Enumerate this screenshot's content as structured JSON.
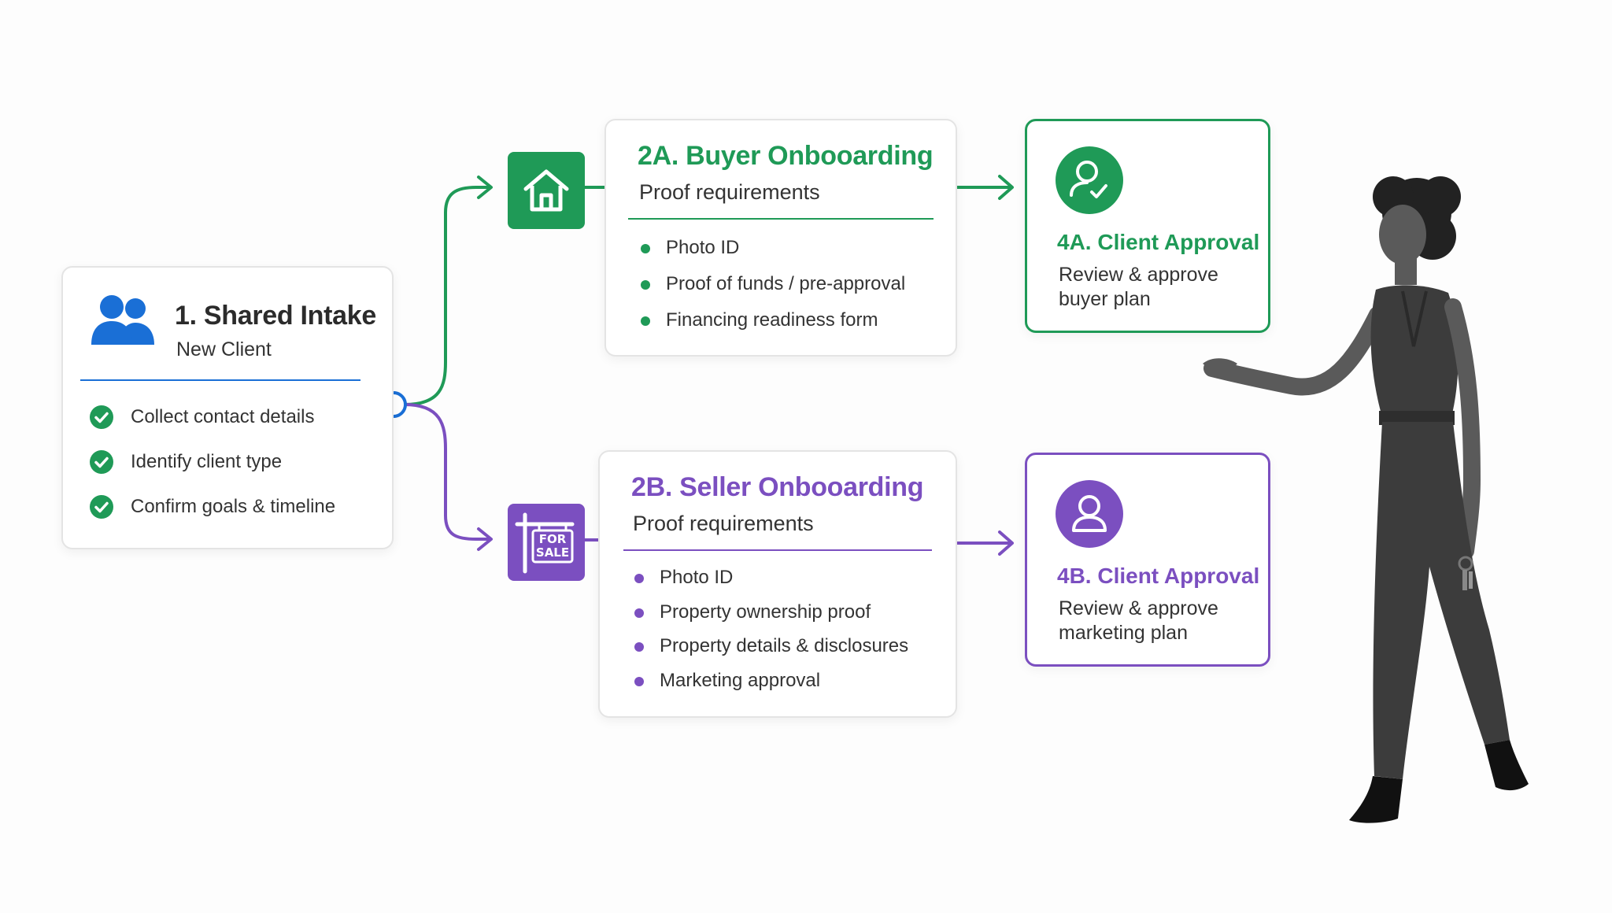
{
  "colors": {
    "blue": "#1a6fd6",
    "green": "#1f9a57",
    "purple": "#7b4fc0"
  },
  "intake": {
    "icon": "users-icon",
    "title": "1. Shared Intake",
    "subtitle": "New Client",
    "items": [
      "Collect contact details",
      "Identify client type",
      "Confirm goals & timeline"
    ]
  },
  "buyer": {
    "tile_icon": "house-icon",
    "title": "2A. Buyer Onbooarding",
    "subtitle": "Proof requirements",
    "items": [
      "Photo ID",
      "Proof of funds / pre-approval",
      "Financing readiness form"
    ]
  },
  "seller": {
    "tile_icon": "for-sale-sign-icon",
    "sign_text": [
      "FOR",
      "SALE"
    ],
    "title": "2B. Seller Onbooarding",
    "subtitle": "Proof requirements",
    "items": [
      "Photo ID",
      "Property ownership proof",
      "Property details & disclosures",
      "Marketing approval"
    ]
  },
  "approval_buyer": {
    "icon": "user-check-icon",
    "title": "4A. Client Approval",
    "description": "Review & approve buyer plan"
  },
  "approval_seller": {
    "icon": "user-icon",
    "title": "4B. Client Approval",
    "description": "Review & approve marketing plan"
  },
  "presenter": {
    "icon": "presenter-woman-figure"
  }
}
